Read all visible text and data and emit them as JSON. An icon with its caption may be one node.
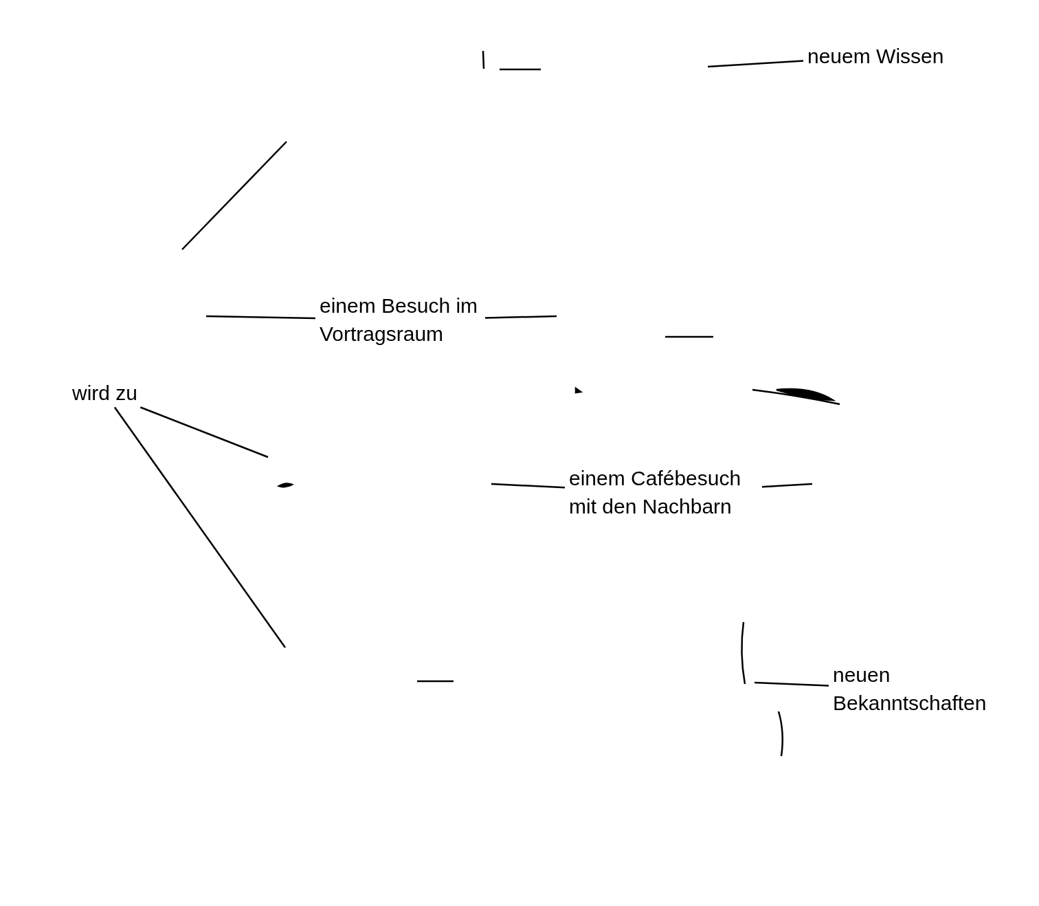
{
  "diagram": {
    "nodes": [
      {
        "text": [
          "neuem Wissen"
        ]
      },
      {
        "text": [
          "einem Besuch im Vortragsraum"
        ]
      },
      {
        "text": [
          "wird zu"
        ]
      },
      {
        "text": [
          "einem Cafébesuch mit den Nachbarn"
        ]
      },
      {
        "text": [
          "neuen Bekanntschaften"
        ]
      }
    ],
    "edges": [
      {
        "from": null,
        "to": 0,
        "arrow": "none"
      },
      {
        "from": null,
        "to": 1,
        "arrow": "none"
      },
      {
        "from": 1,
        "to": null,
        "arrow": "none"
      },
      {
        "from": 2,
        "to": null,
        "arrow": "none"
      },
      {
        "from": 2,
        "to": null,
        "arrow": "none"
      },
      {
        "from": null,
        "to": 3,
        "arrow": "none"
      },
      {
        "from": 3,
        "to": null,
        "arrow": "none"
      },
      {
        "from": null,
        "to": 4,
        "arrow": "none"
      }
    ]
  }
}
